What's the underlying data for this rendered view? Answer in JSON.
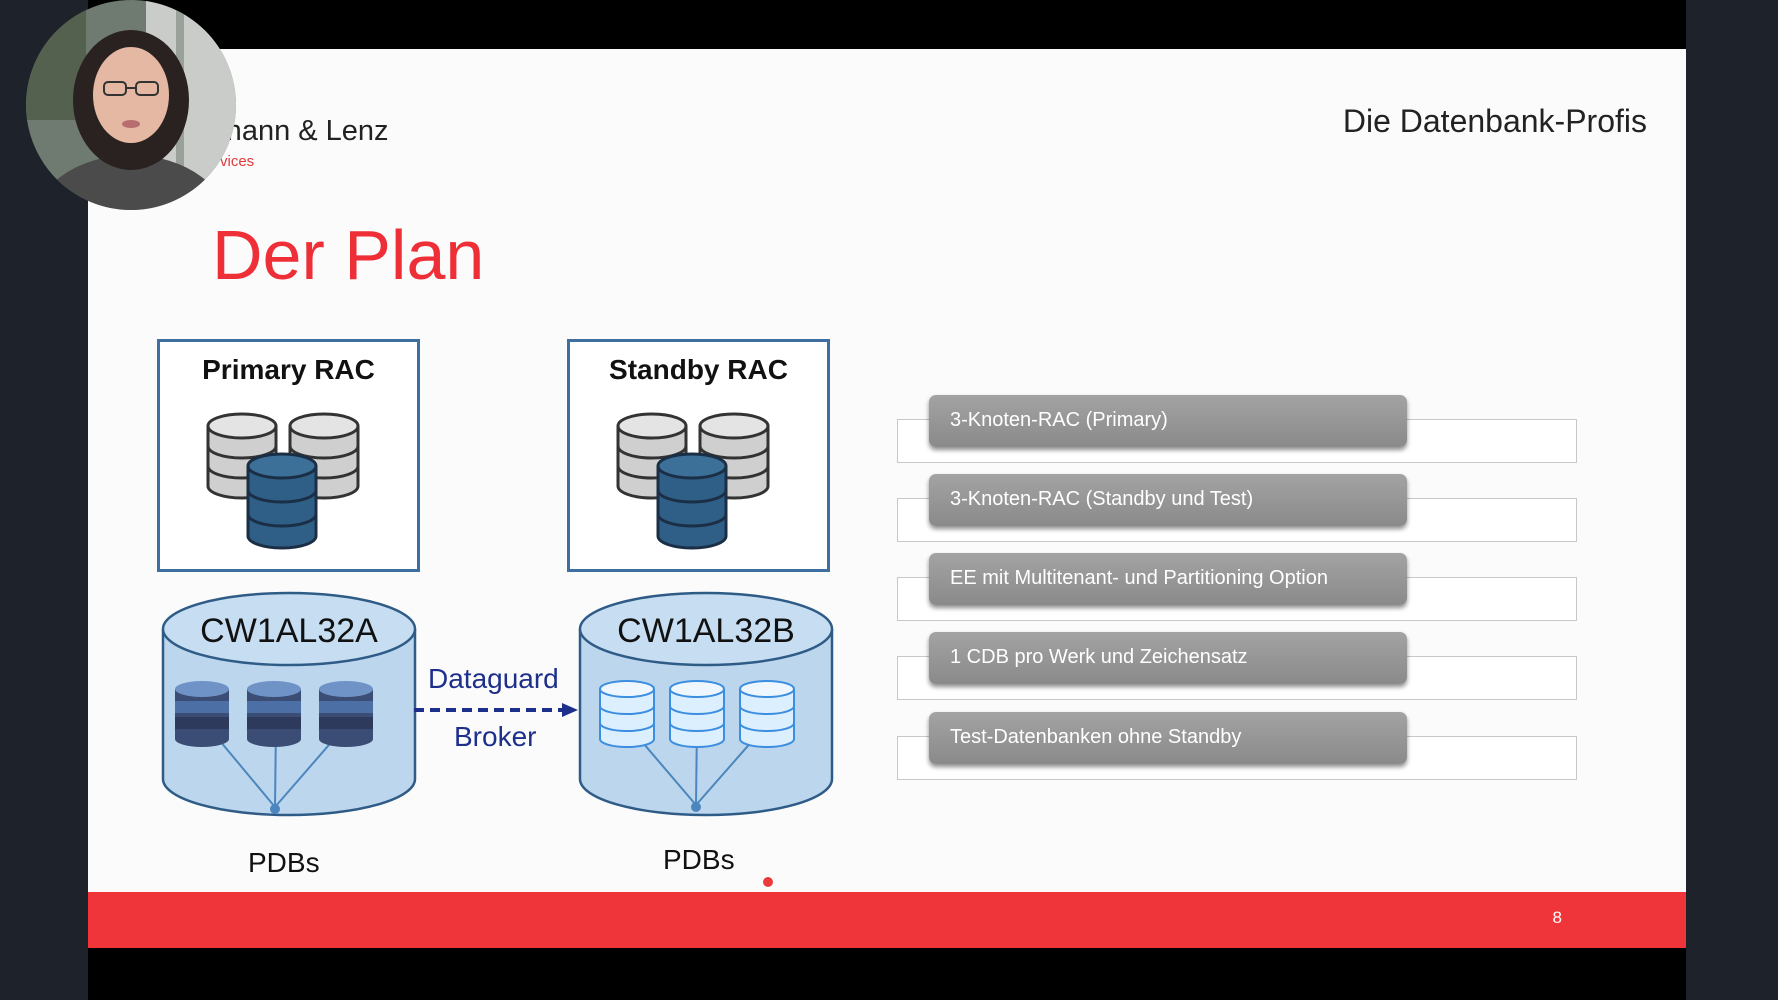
{
  "slide": {
    "company": "rmann & Lenz",
    "company_sub": "vices",
    "tagline": "Die Datenbank-Profis",
    "title": "Der Plan",
    "page_number": "8"
  },
  "diagram": {
    "primary_rac": "Primary RAC",
    "standby_rac": "Standby RAC",
    "primary_cdb": "CW1AL32A",
    "standby_cdb": "CW1AL32B",
    "dataguard_line1": "Dataguard",
    "dataguard_line2": "Broker",
    "pdbs_left": "PDBs",
    "pdbs_right": "PDBs"
  },
  "list": [
    {
      "label": "3-Knoten-RAC (Primary)"
    },
    {
      "label": "3-Knoten-RAC (Standby und Test)"
    },
    {
      "label": "EE mit Multitenant- und Partitioning Option"
    },
    {
      "label": "1 CDB pro Werk und Zeichensatz"
    },
    {
      "label": "Test-Datenbanken ohne Standby"
    }
  ],
  "colors": {
    "accent_red": "#ee2f37",
    "footer_red": "#f0353a",
    "rac_border": "#3e6fa0",
    "cdb_fill": "#bcd6ee",
    "dataguard_blue": "#1d2f8a"
  }
}
